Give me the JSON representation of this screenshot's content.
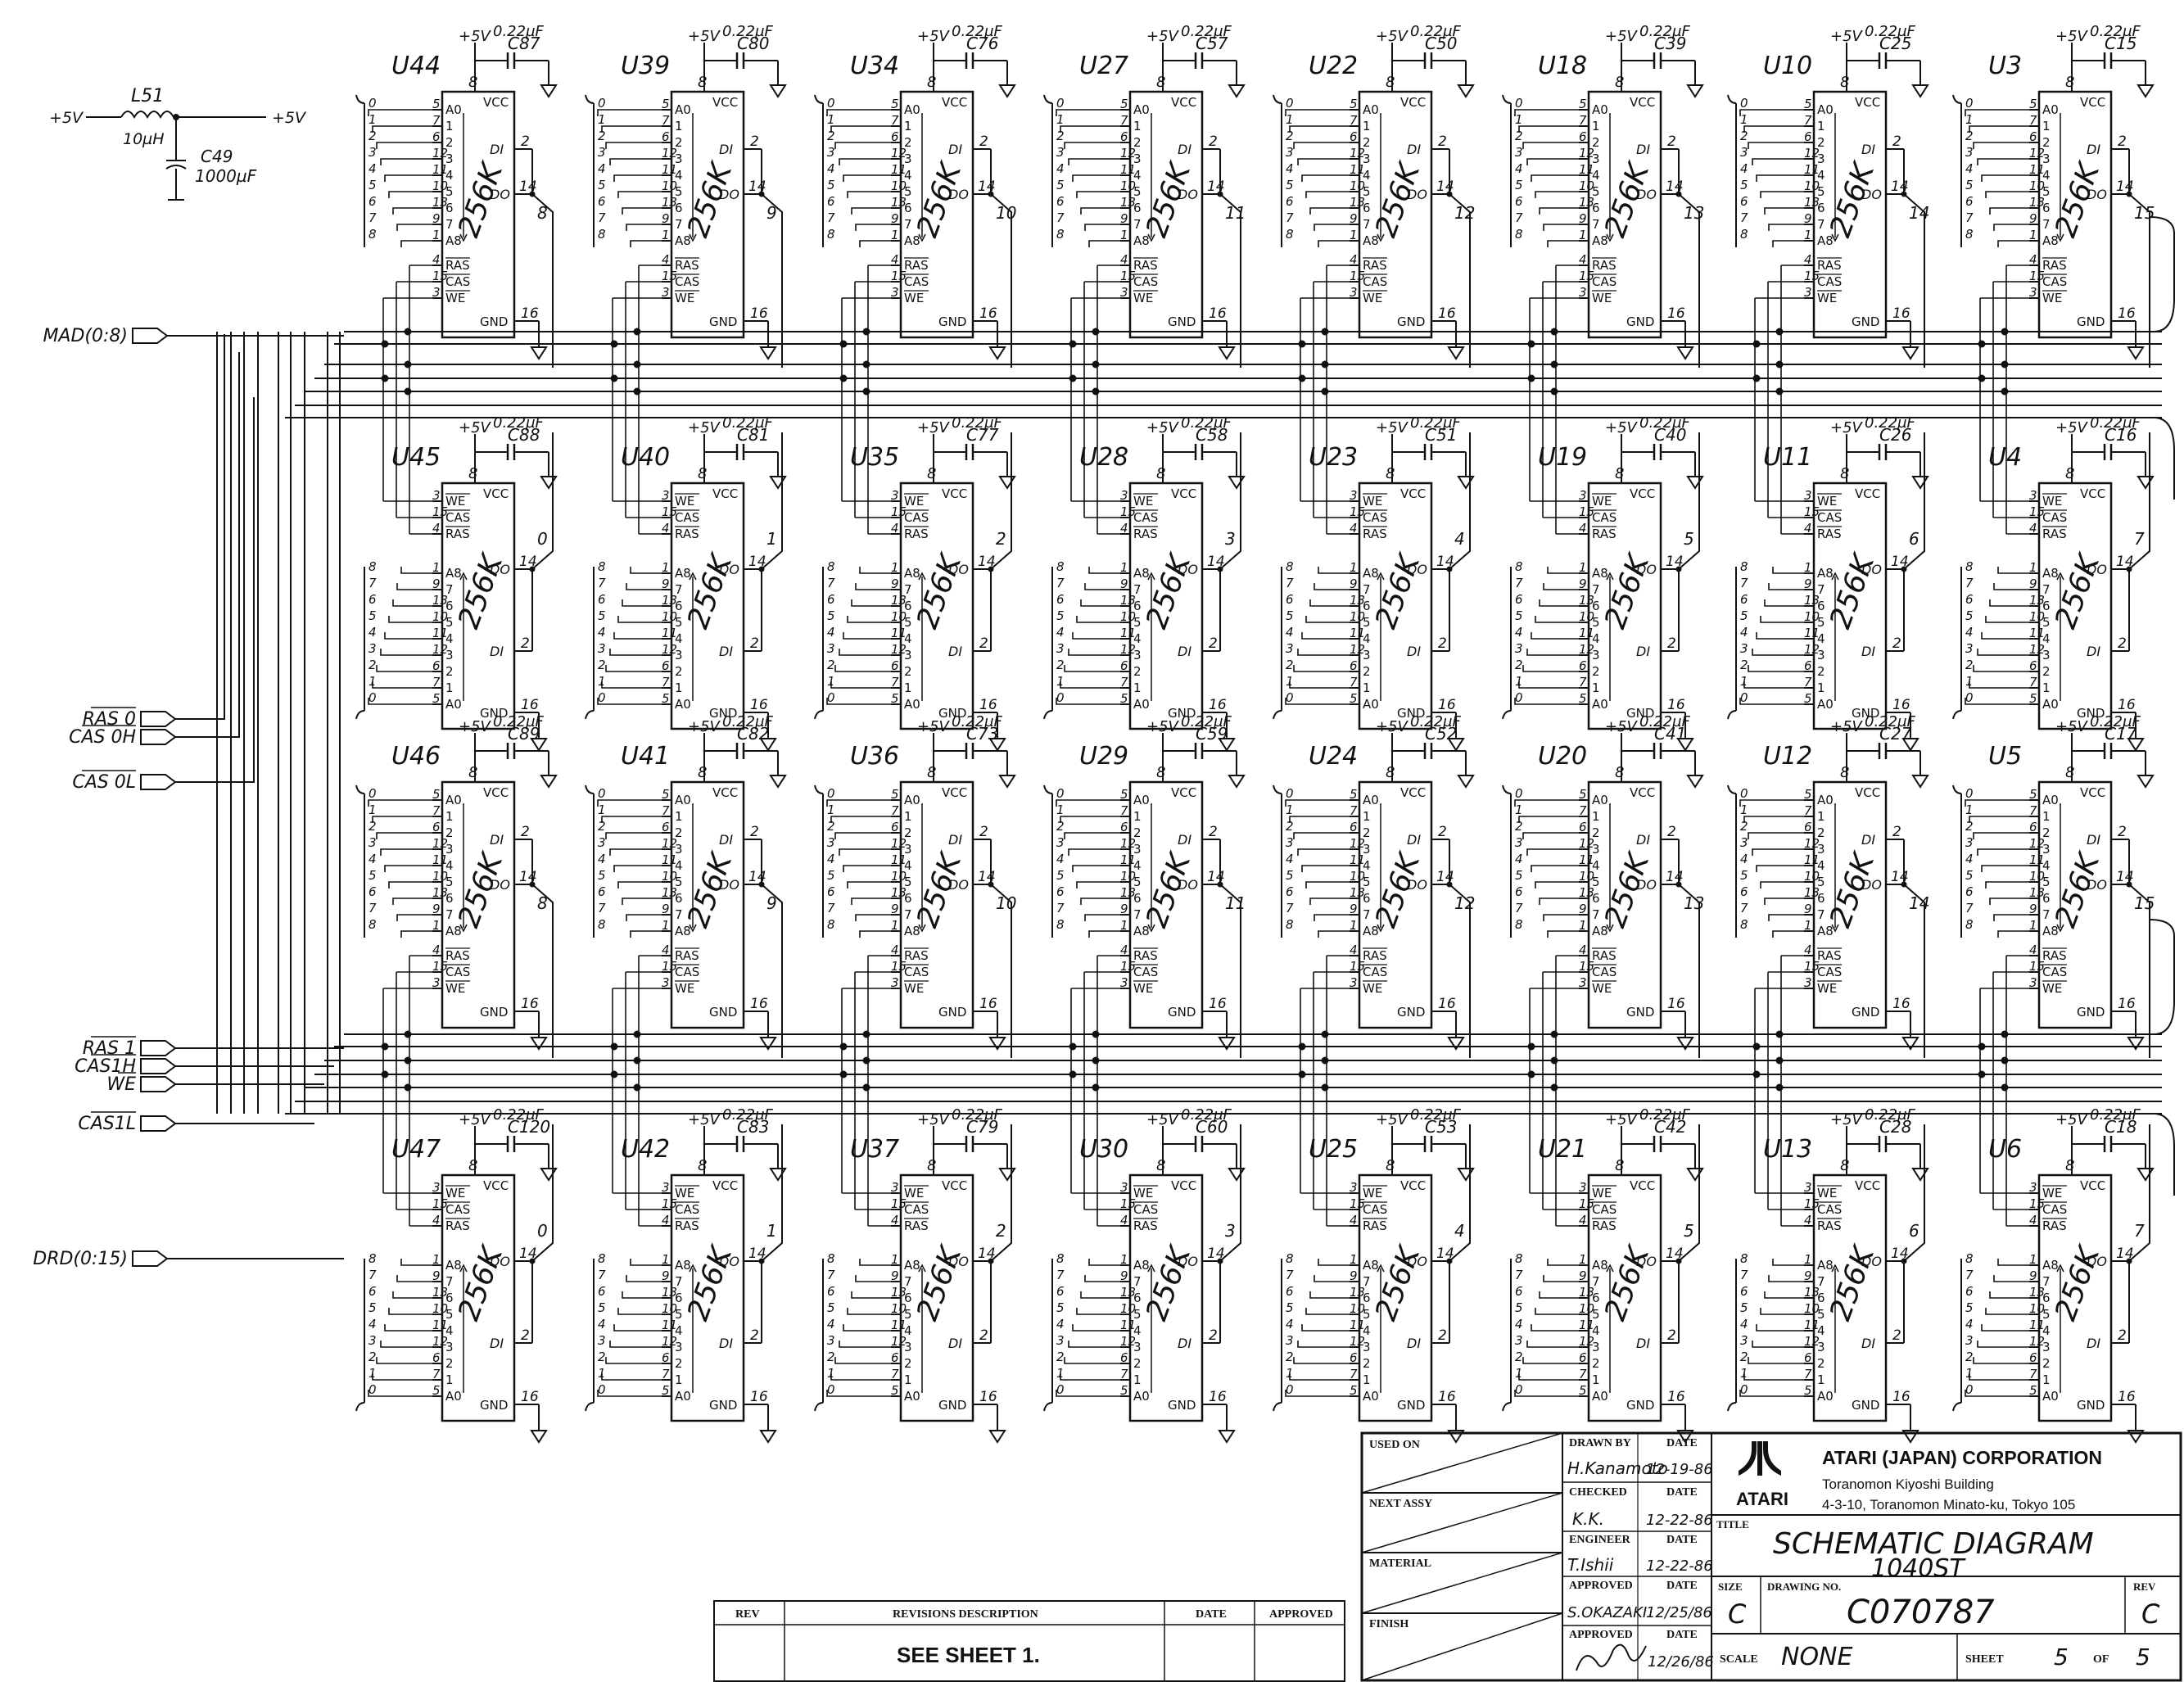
{
  "power": {
    "vcc_label": "+5V",
    "cap_value": "0.22µF",
    "pin_vcc": "8",
    "pin_gnd": "16",
    "vcc_text": "VCC",
    "gnd_text": "GND"
  },
  "filter": {
    "inductor": "L51",
    "inductor_value": "10µH",
    "cap": "C49",
    "cap_value": "1000µF",
    "in_label": "+5V",
    "out_label": "+5V"
  },
  "ports": {
    "mad": "MAD(0:8)",
    "ras0": "RAS 0",
    "cas0h": "CAS 0H",
    "cas0l": "CAS 0L",
    "ras1": "RAS 1",
    "cas1h": "CAS1H",
    "we": "WE",
    "cas1l": "CAS1L",
    "drd": "DRD(0:15)"
  },
  "chip_part": "256K",
  "rows": [
    {
      "orientation": "up",
      "chips": [
        {
          "ref": "U44",
          "cap": "C87",
          "bit": "8"
        },
        {
          "ref": "U39",
          "cap": "C80",
          "bit": "9"
        },
        {
          "ref": "U34",
          "cap": "C76",
          "bit": "10"
        },
        {
          "ref": "U27",
          "cap": "C57",
          "bit": "11"
        },
        {
          "ref": "U22",
          "cap": "C50",
          "bit": "12"
        },
        {
          "ref": "U18",
          "cap": "C39",
          "bit": "13"
        },
        {
          "ref": "U10",
          "cap": "C25",
          "bit": "14"
        },
        {
          "ref": "U3",
          "cap": "C15",
          "bit": "15"
        }
      ]
    },
    {
      "orientation": "down",
      "chips": [
        {
          "ref": "U45",
          "cap": "C88",
          "bit": "0"
        },
        {
          "ref": "U40",
          "cap": "C81",
          "bit": "1"
        },
        {
          "ref": "U35",
          "cap": "C77",
          "bit": "2"
        },
        {
          "ref": "U28",
          "cap": "C58",
          "bit": "3"
        },
        {
          "ref": "U23",
          "cap": "C51",
          "bit": "4"
        },
        {
          "ref": "U19",
          "cap": "C40",
          "bit": "5"
        },
        {
          "ref": "U11",
          "cap": "C26",
          "bit": "6"
        },
        {
          "ref": "U4",
          "cap": "C16",
          "bit": "7"
        }
      ]
    },
    {
      "orientation": "up",
      "chips": [
        {
          "ref": "U46",
          "cap": "C89",
          "bit": "8"
        },
        {
          "ref": "U41",
          "cap": "C82",
          "bit": "9"
        },
        {
          "ref": "U36",
          "cap": "C73",
          "bit": "10"
        },
        {
          "ref": "U29",
          "cap": "C59",
          "bit": "11"
        },
        {
          "ref": "U24",
          "cap": "C52",
          "bit": "12"
        },
        {
          "ref": "U20",
          "cap": "C41",
          "bit": "13"
        },
        {
          "ref": "U12",
          "cap": "C27",
          "bit": "14"
        },
        {
          "ref": "U5",
          "cap": "C17",
          "bit": "15"
        }
      ]
    },
    {
      "orientation": "down",
      "chips": [
        {
          "ref": "U47",
          "cap": "C120",
          "bit": "0"
        },
        {
          "ref": "U42",
          "cap": "C83",
          "bit": "1"
        },
        {
          "ref": "U37",
          "cap": "C79",
          "bit": "2"
        },
        {
          "ref": "U30",
          "cap": "C60",
          "bit": "3"
        },
        {
          "ref": "U25",
          "cap": "C53",
          "bit": "4"
        },
        {
          "ref": "U21",
          "cap": "C42",
          "bit": "5"
        },
        {
          "ref": "U13",
          "cap": "C28",
          "bit": "6"
        },
        {
          "ref": "U6",
          "cap": "C18",
          "bit": "7"
        }
      ]
    }
  ],
  "pins": {
    "addr_pins": [
      "5",
      "7",
      "6",
      "12",
      "11",
      "10",
      "13",
      "9",
      "1"
    ],
    "addr_labels": [
      "A0",
      "1",
      "2",
      "3",
      "4",
      "5",
      "6",
      "7",
      "A8"
    ],
    "ctrl_pins": [
      "4",
      "15",
      "3"
    ],
    "ctrl_labels": [
      "RAS",
      "CAS",
      "WE"
    ],
    "din": "DI",
    "dout": "DO",
    "din_pin": "2",
    "dout_pin": "14"
  },
  "revision_block": {
    "rev_header": "REV",
    "desc_header": "REVISIONS DESCRIPTION",
    "date_header": "DATE",
    "approved_header": "APPROVED",
    "note": "SEE SHEET 1."
  },
  "title_block": {
    "used_on": "USED ON",
    "next_assy": "NEXT ASSY",
    "material": "MATERIAL",
    "finish": "FINISH",
    "drawn_by_label": "DRAWN BY",
    "checked_label": "CHECKED",
    "engineer_label": "ENGINEER",
    "approved_label": "APPROVED",
    "approved2_label": "APPROVED",
    "date_label": "DATE",
    "drawn_by": "H.Kanamoto",
    "drawn_date": "12-19-86",
    "checked_by": "K.K.",
    "checked_date": "12-22-86",
    "engineer_by": "T.Ishii",
    "engineer_date": "12-22-86",
    "approved_by": "S.OKAZAKI",
    "approved_date": "12/25/86",
    "approved2_date": "12/26/86",
    "company": "ATARI (JAPAN) CORPORATION",
    "address1": "Toranomon Kiyoshi Building",
    "address2": "4-3-10, Toranomon Minato-ku, Tokyo 105",
    "logo_text": "ATARI",
    "title_label": "TITLE",
    "title1": "SCHEMATIC DIAGRAM",
    "title2": "1040ST",
    "size_label": "SIZE",
    "size": "C",
    "drawing_no_label": "DRAWING NO.",
    "drawing_no": "C070787",
    "rev_label": "REV",
    "rev": "C",
    "scale_label": "SCALE",
    "scale": "NONE",
    "sheet_label": "SHEET",
    "sheet": "5",
    "of_label": "OF",
    "of": "5"
  }
}
